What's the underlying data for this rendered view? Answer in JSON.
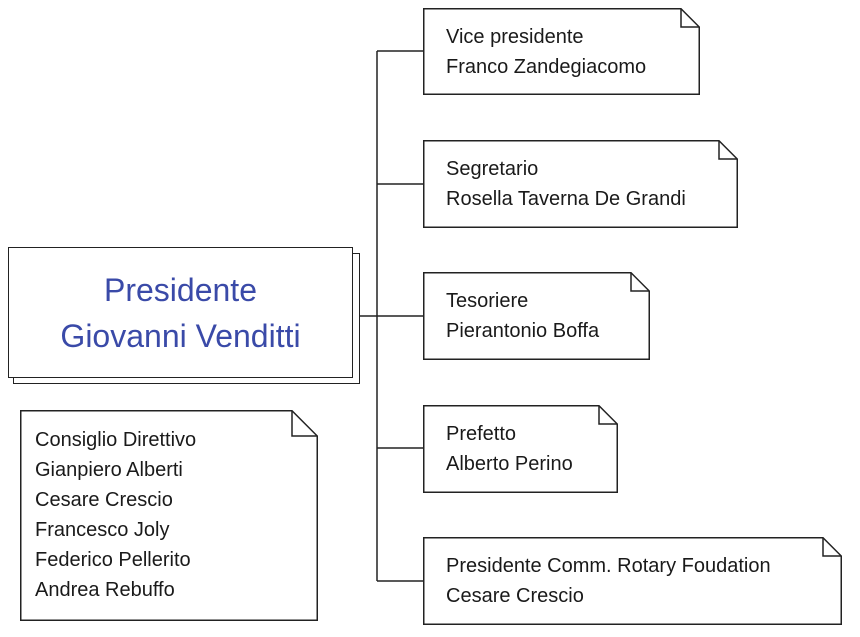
{
  "president": {
    "title": "Presidente",
    "name": "Giovanni Venditti"
  },
  "officers": [
    {
      "role": "Vice presidente",
      "name": "Franco Zandegiacomo"
    },
    {
      "role": "Segretario",
      "name": "Rosella Taverna De Grandi"
    },
    {
      "role": "Tesoriere",
      "name": "Pierantonio Boffa"
    },
    {
      "role": "Prefetto",
      "name": "Alberto Perino"
    },
    {
      "role": "Presidente Comm. Rotary Foudation",
      "name": "Cesare Crescio"
    }
  ],
  "council": {
    "title": "Consiglio Direttivo",
    "members": [
      "Gianpiero Alberti",
      "Cesare Crescio",
      "Francesco Joly",
      "Federico Pellerito",
      "Andrea Rebuffo"
    ]
  },
  "colors": {
    "president_text": "#3a4aa8",
    "line": "#222222"
  }
}
